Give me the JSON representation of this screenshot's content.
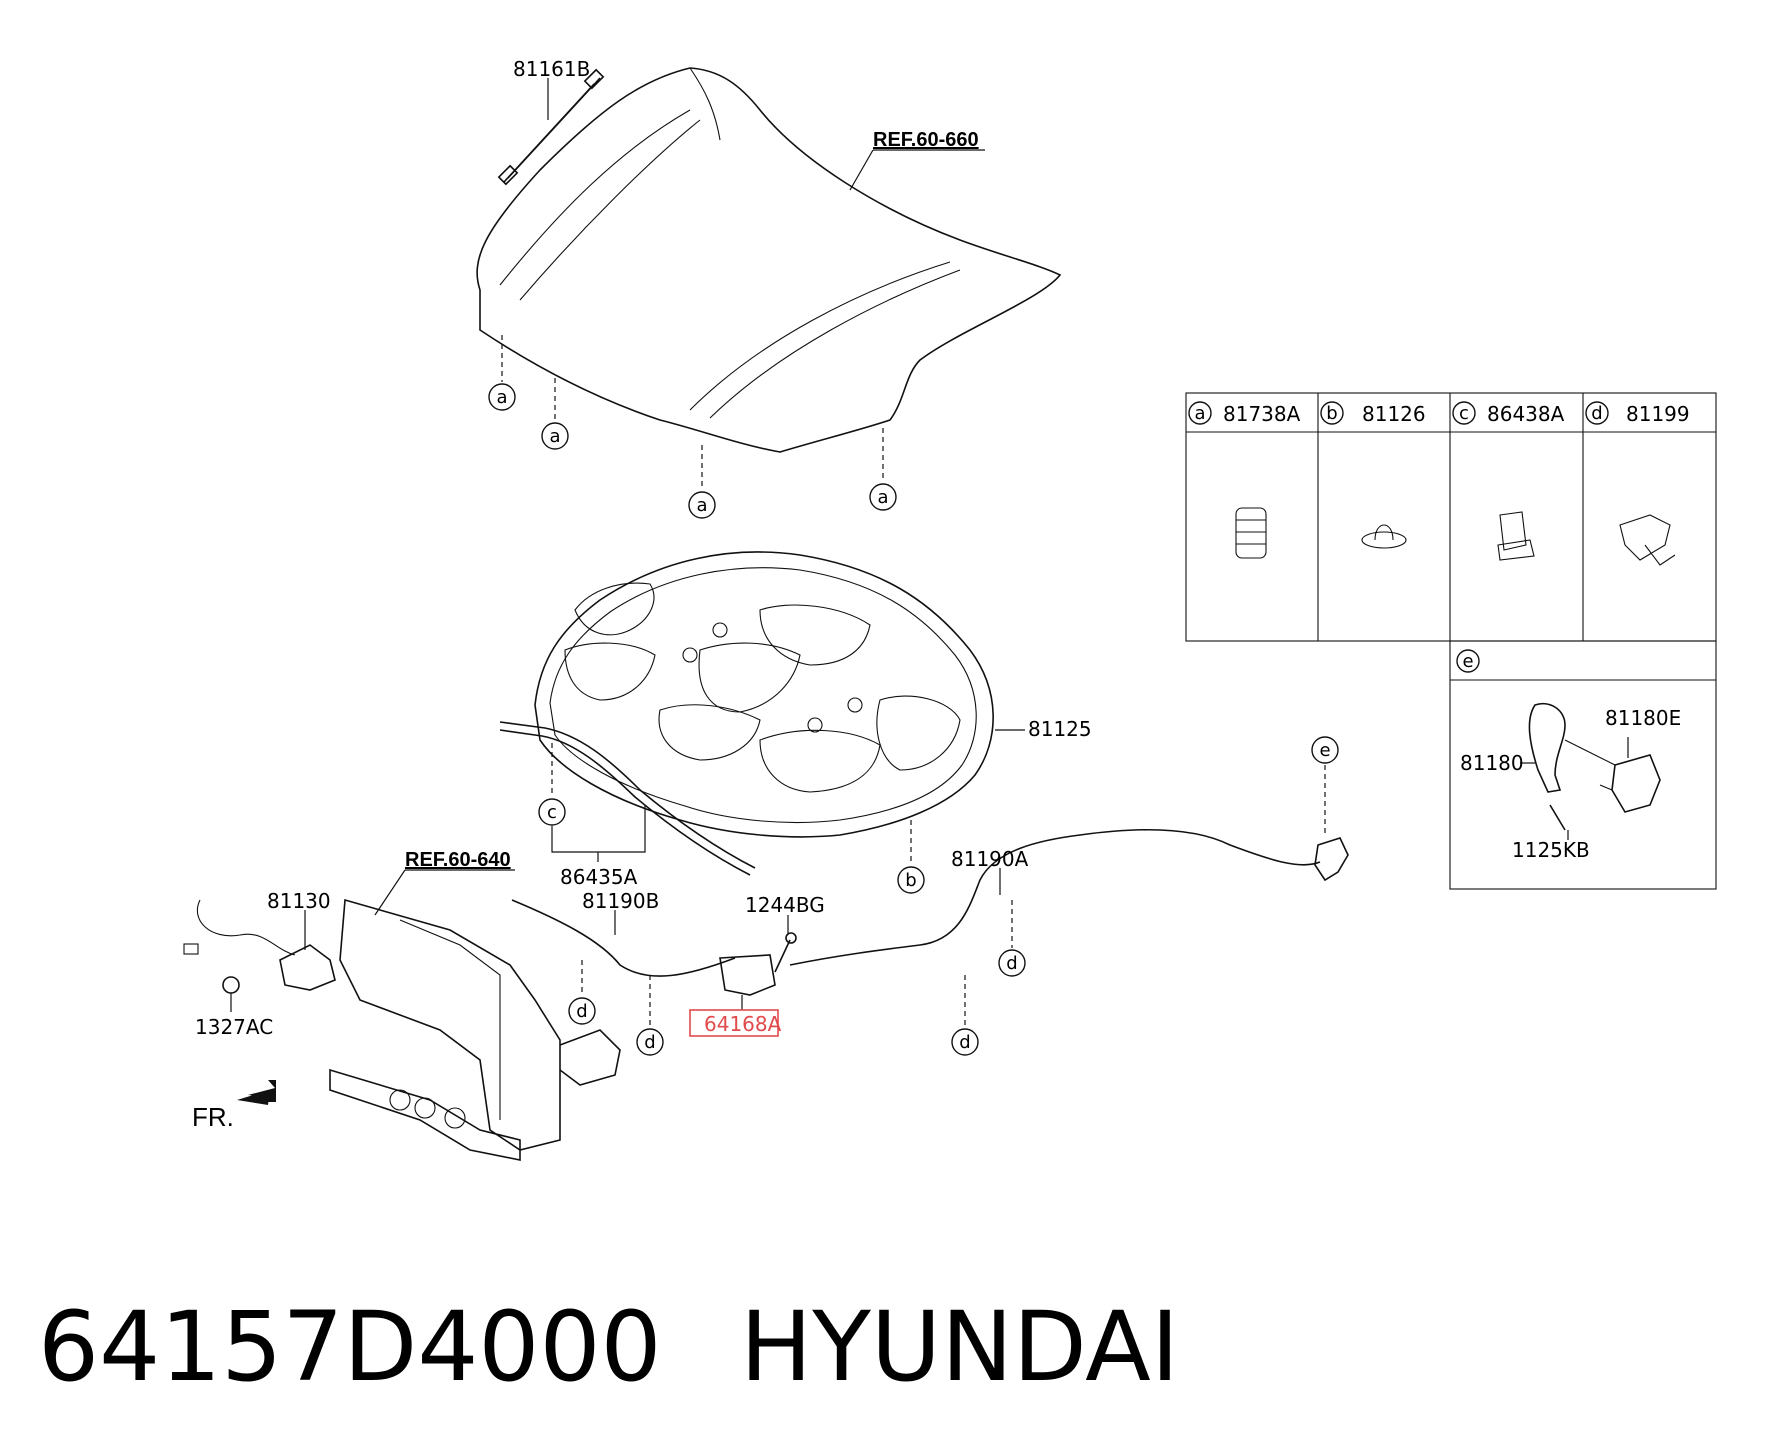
{
  "title": {
    "part_number": "64157D4000",
    "brand": "HYUNDAI"
  },
  "references": {
    "hood": "REF.60-660",
    "front_panel": "REF.60-640"
  },
  "front_marker": "FR.",
  "parts": {
    "hood_lift_support": "81161B",
    "hood_insulator": "81125",
    "insulator_rail": "86435A",
    "hood_latch": "81130",
    "latch_nut": "1327AC",
    "release_cable_b": "81190B",
    "bolt": "1244BG",
    "cable_bracket": "64168A",
    "release_cable_a": "81190A"
  },
  "callout_letters": {
    "a": "a",
    "b": "b",
    "c": "c",
    "d": "d",
    "e": "e"
  },
  "legend": {
    "a": "81738A",
    "b": "81126",
    "c": "86438A",
    "d": "81199",
    "e_parts": {
      "handle": "81180",
      "handle_assy": "81180E",
      "screw": "1125KB"
    }
  }
}
